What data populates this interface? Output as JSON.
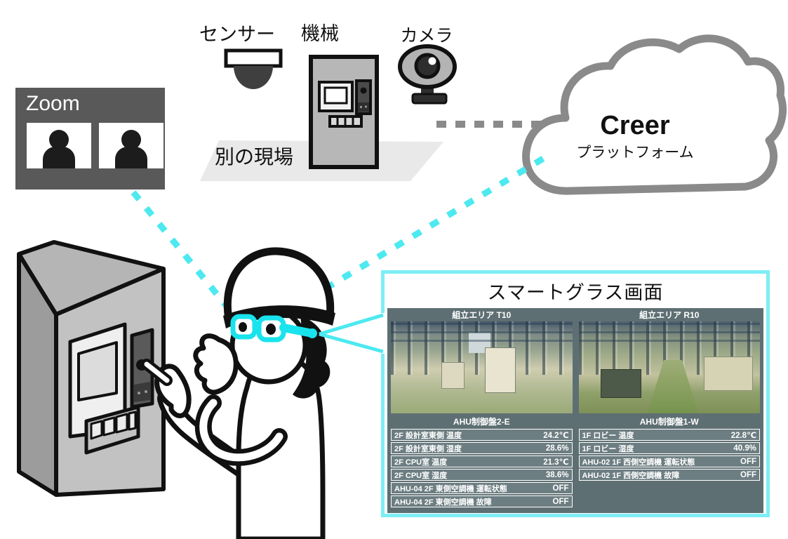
{
  "zoom_panel": {
    "title": "Zoom"
  },
  "remote_site": {
    "sensor_label": "センサー",
    "machine_label": "機械",
    "camera_label": "カメラ",
    "site_label": "別の現場"
  },
  "cloud": {
    "title": "Creer",
    "subtitle": "プラットフォーム"
  },
  "smart_glass": {
    "title": "スマートグラス画面",
    "cameras": [
      {
        "label": "組立エリア T10"
      },
      {
        "label": "組立エリア R10"
      }
    ],
    "panels": [
      {
        "header": "AHU制御盤2-E",
        "rows": [
          {
            "label": "2F 設計室東側 温度",
            "value": "24.2℃"
          },
          {
            "label": "2F 設計室東側 湿度",
            "value": "28.6%"
          },
          {
            "label": "2F CPU室 温度",
            "value": "21.3℃"
          },
          {
            "label": "2F CPU室 湿度",
            "value": "38.6%"
          },
          {
            "label": "AHU-04 2F 東側空調機 運転状態",
            "value": "OFF"
          },
          {
            "label": "AHU-04 2F 東側空調機 故障",
            "value": "OFF"
          }
        ]
      },
      {
        "header": "AHU制御盤1-W",
        "rows": [
          {
            "label": "1F ロビー 温度",
            "value": "22.8℃"
          },
          {
            "label": "1F ロビー 湿度",
            "value": "40.9%"
          },
          {
            "label": "AHU-02 1F 西側空調機 運転状態",
            "value": "OFF"
          },
          {
            "label": "AHU-02 1F 西側空調機 故障",
            "value": "OFF"
          }
        ]
      }
    ]
  },
  "colors": {
    "accent_cyan": "#4de9f0",
    "panel_border_cyan": "#7deef5",
    "panel_slate": "#5e6f73",
    "row_slate": "#6d7e82",
    "cloud_gray": "#8a8a8a",
    "zoom_gray": "#595959"
  }
}
